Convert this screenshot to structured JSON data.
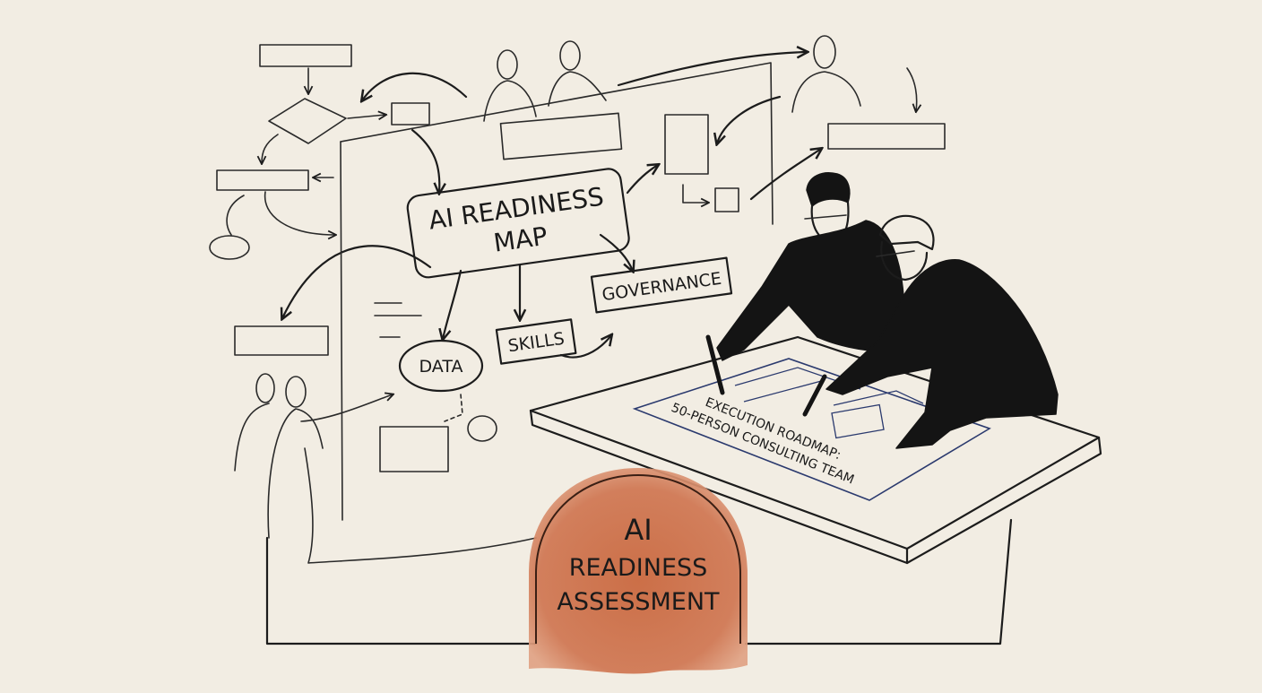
{
  "map": {
    "title_line1": "AI READINESS",
    "title_line2": "MAP",
    "nodes": {
      "governance": "GOVERNANCE",
      "skills": "SKILLS",
      "data": "DATA"
    }
  },
  "roadmap": {
    "line1": "EXECUTION ROADMAP:",
    "line2": "50-PERSON CONSULTING TEAM"
  },
  "assessment": {
    "line1": "AI",
    "line2": "READINESS",
    "line3": "ASSESSMENT",
    "color": "#c8643a"
  },
  "colors": {
    "paper": "#f2ede3",
    "ink": "#1c1c1c",
    "roadmap_ink": "#2b3a6e"
  }
}
